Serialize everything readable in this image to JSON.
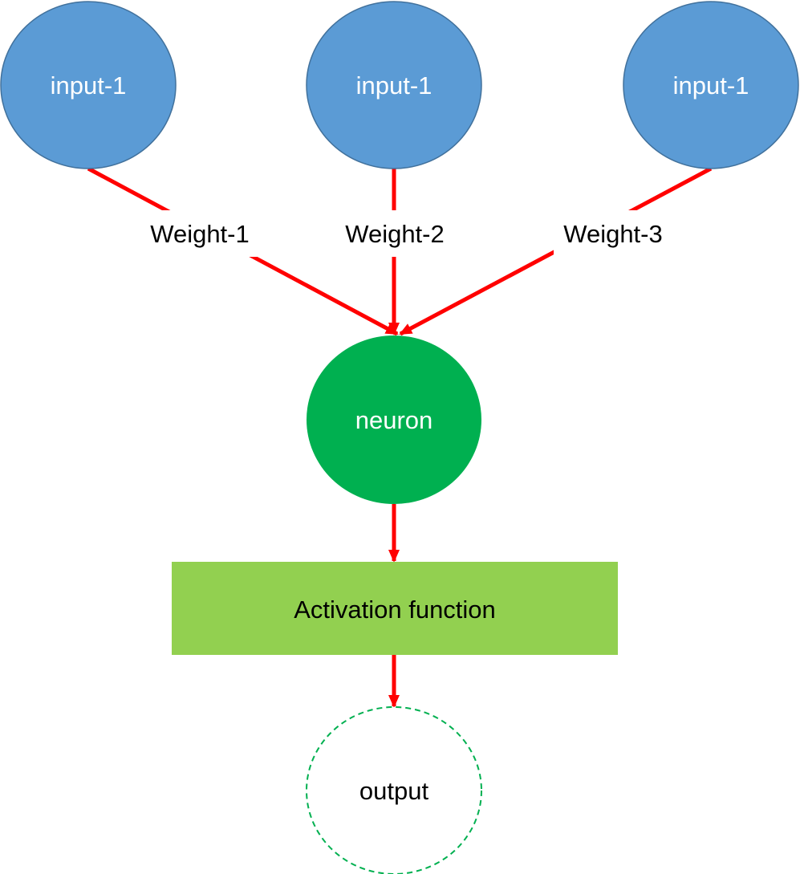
{
  "diagram": {
    "inputs": [
      {
        "label": "input-1"
      },
      {
        "label": "input-1"
      },
      {
        "label": "input-1"
      }
    ],
    "weights": [
      {
        "label": "Weight-1"
      },
      {
        "label": "Weight-2"
      },
      {
        "label": "Weight-3"
      }
    ],
    "neuron": {
      "label": "neuron"
    },
    "activation": {
      "label": "Activation function"
    },
    "output": {
      "label": "output"
    }
  },
  "colors": {
    "input_fill": "#5B9BD5",
    "input_stroke": "#41719C",
    "neuron_fill": "#00B050",
    "activation_fill": "#92D050",
    "output_stroke": "#00B050",
    "arrow": "#FF0000",
    "node_text_light": "#FFFFFF",
    "node_text_dark": "#000000"
  }
}
